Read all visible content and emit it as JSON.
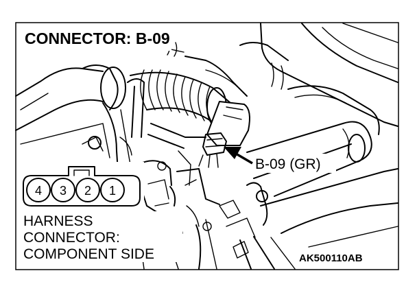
{
  "diagram": {
    "title": "CONNECTOR: B-09",
    "callout_label": "B-09 (GR)",
    "connector_caption_lines": [
      "HARNESS",
      "CONNECTOR:",
      "COMPONENT SIDE"
    ],
    "pin_numbers": [
      "4",
      "3",
      "2",
      "1"
    ],
    "figure_code": "AK500110AB"
  }
}
